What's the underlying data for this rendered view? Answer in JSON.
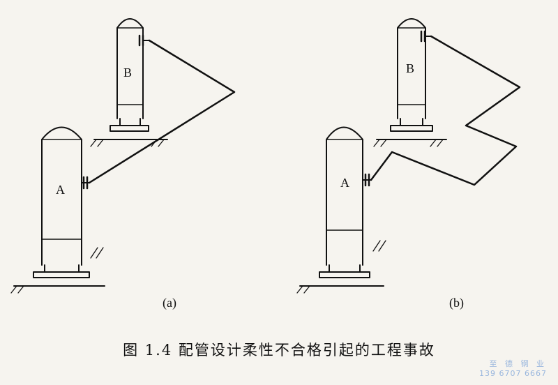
{
  "figure": {
    "panel_a": {
      "label": "(a)",
      "vessel_a": "A",
      "vessel_b": "B"
    },
    "panel_b": {
      "label": "(b)",
      "vessel_a": "A",
      "vessel_b": "B"
    },
    "caption": "图 1.4   配管设计柔性不合格引起的工程事故"
  },
  "watermark": {
    "name": "至 德 钢 业",
    "phone": "139 6707 6667"
  },
  "colors": {
    "ink": "#111111",
    "watermark": "#8fb0dc"
  }
}
